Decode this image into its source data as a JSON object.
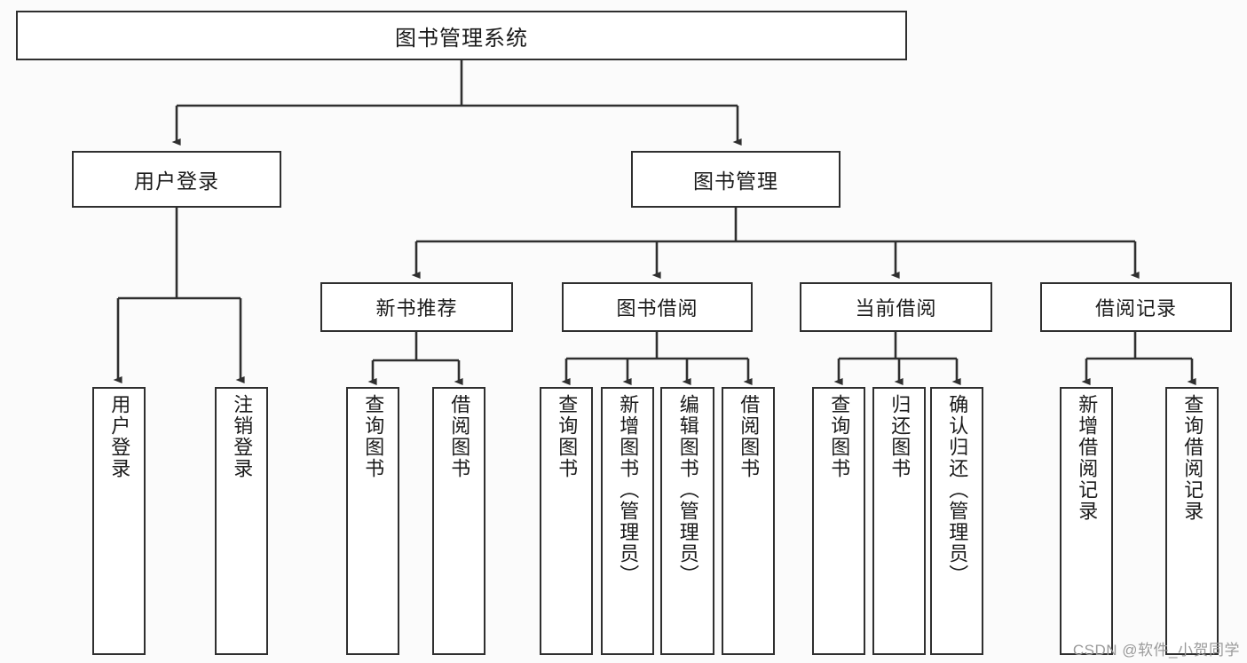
{
  "diagram": {
    "title": "图书管理系统",
    "watermark": "CSDN @软件_小贺同学",
    "line_color": "#2f2f2f",
    "box_fill": "#ffffff",
    "text_color": "#1b1b1b",
    "background": "#fbfbfb"
  },
  "nodes": {
    "root": {
      "label": "图书管理系统"
    },
    "level2": [
      {
        "id": "user-login",
        "label": "用户登录"
      },
      {
        "id": "book-management",
        "label": "图书管理"
      }
    ],
    "level3": [
      {
        "id": "new-book-recommend",
        "label": "新书推荐"
      },
      {
        "id": "book-borrow",
        "label": "图书借阅"
      },
      {
        "id": "current-borrow",
        "label": "当前借阅"
      },
      {
        "id": "borrow-record",
        "label": "借阅记录"
      }
    ],
    "leaves": [
      {
        "id": "leaf-user-login",
        "label": "用户登录",
        "parent": "user-login"
      },
      {
        "id": "leaf-logout",
        "label": "注销登录",
        "parent": "user-login"
      },
      {
        "id": "leaf-query-book-1",
        "label": "查询图书",
        "parent": "new-book-recommend"
      },
      {
        "id": "leaf-borrow-book-1",
        "label": "借阅图书",
        "parent": "new-book-recommend"
      },
      {
        "id": "leaf-query-book-2",
        "label": "查询图书",
        "parent": "book-borrow"
      },
      {
        "id": "leaf-add-book",
        "label": "新增图书（管理员）",
        "parent": "book-borrow"
      },
      {
        "id": "leaf-edit-book",
        "label": "编辑图书（管理员）",
        "parent": "book-borrow"
      },
      {
        "id": "leaf-borrow-book-2",
        "label": "借阅图书",
        "parent": "book-borrow"
      },
      {
        "id": "leaf-query-book-3",
        "label": "查询图书",
        "parent": "current-borrow"
      },
      {
        "id": "leaf-return-book",
        "label": "归还图书",
        "parent": "current-borrow"
      },
      {
        "id": "leaf-confirm-return",
        "label": "确认归还（管理员）",
        "parent": "current-borrow"
      },
      {
        "id": "leaf-add-record",
        "label": "新增借阅记录",
        "parent": "borrow-record"
      },
      {
        "id": "leaf-query-record",
        "label": "查询借阅记录",
        "parent": "borrow-record"
      }
    ]
  }
}
